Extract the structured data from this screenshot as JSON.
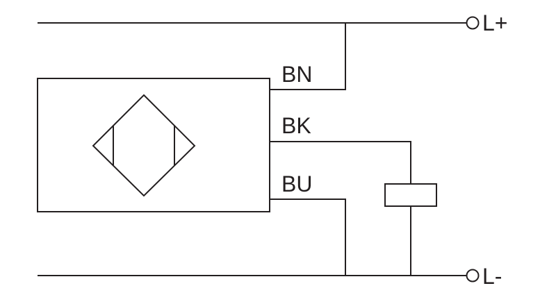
{
  "diagram": {
    "terminals": {
      "positive": "L+",
      "negative": "L-"
    },
    "wires": {
      "brown": "BN",
      "black": "BK",
      "blue": "BU"
    },
    "colors": {
      "line": "#231f20",
      "background": "#ffffff"
    },
    "icons": {
      "sensor_symbol": "inductive-sensor-diamond",
      "load": "load-resistor",
      "terminal": "open-circle-terminal"
    }
  }
}
